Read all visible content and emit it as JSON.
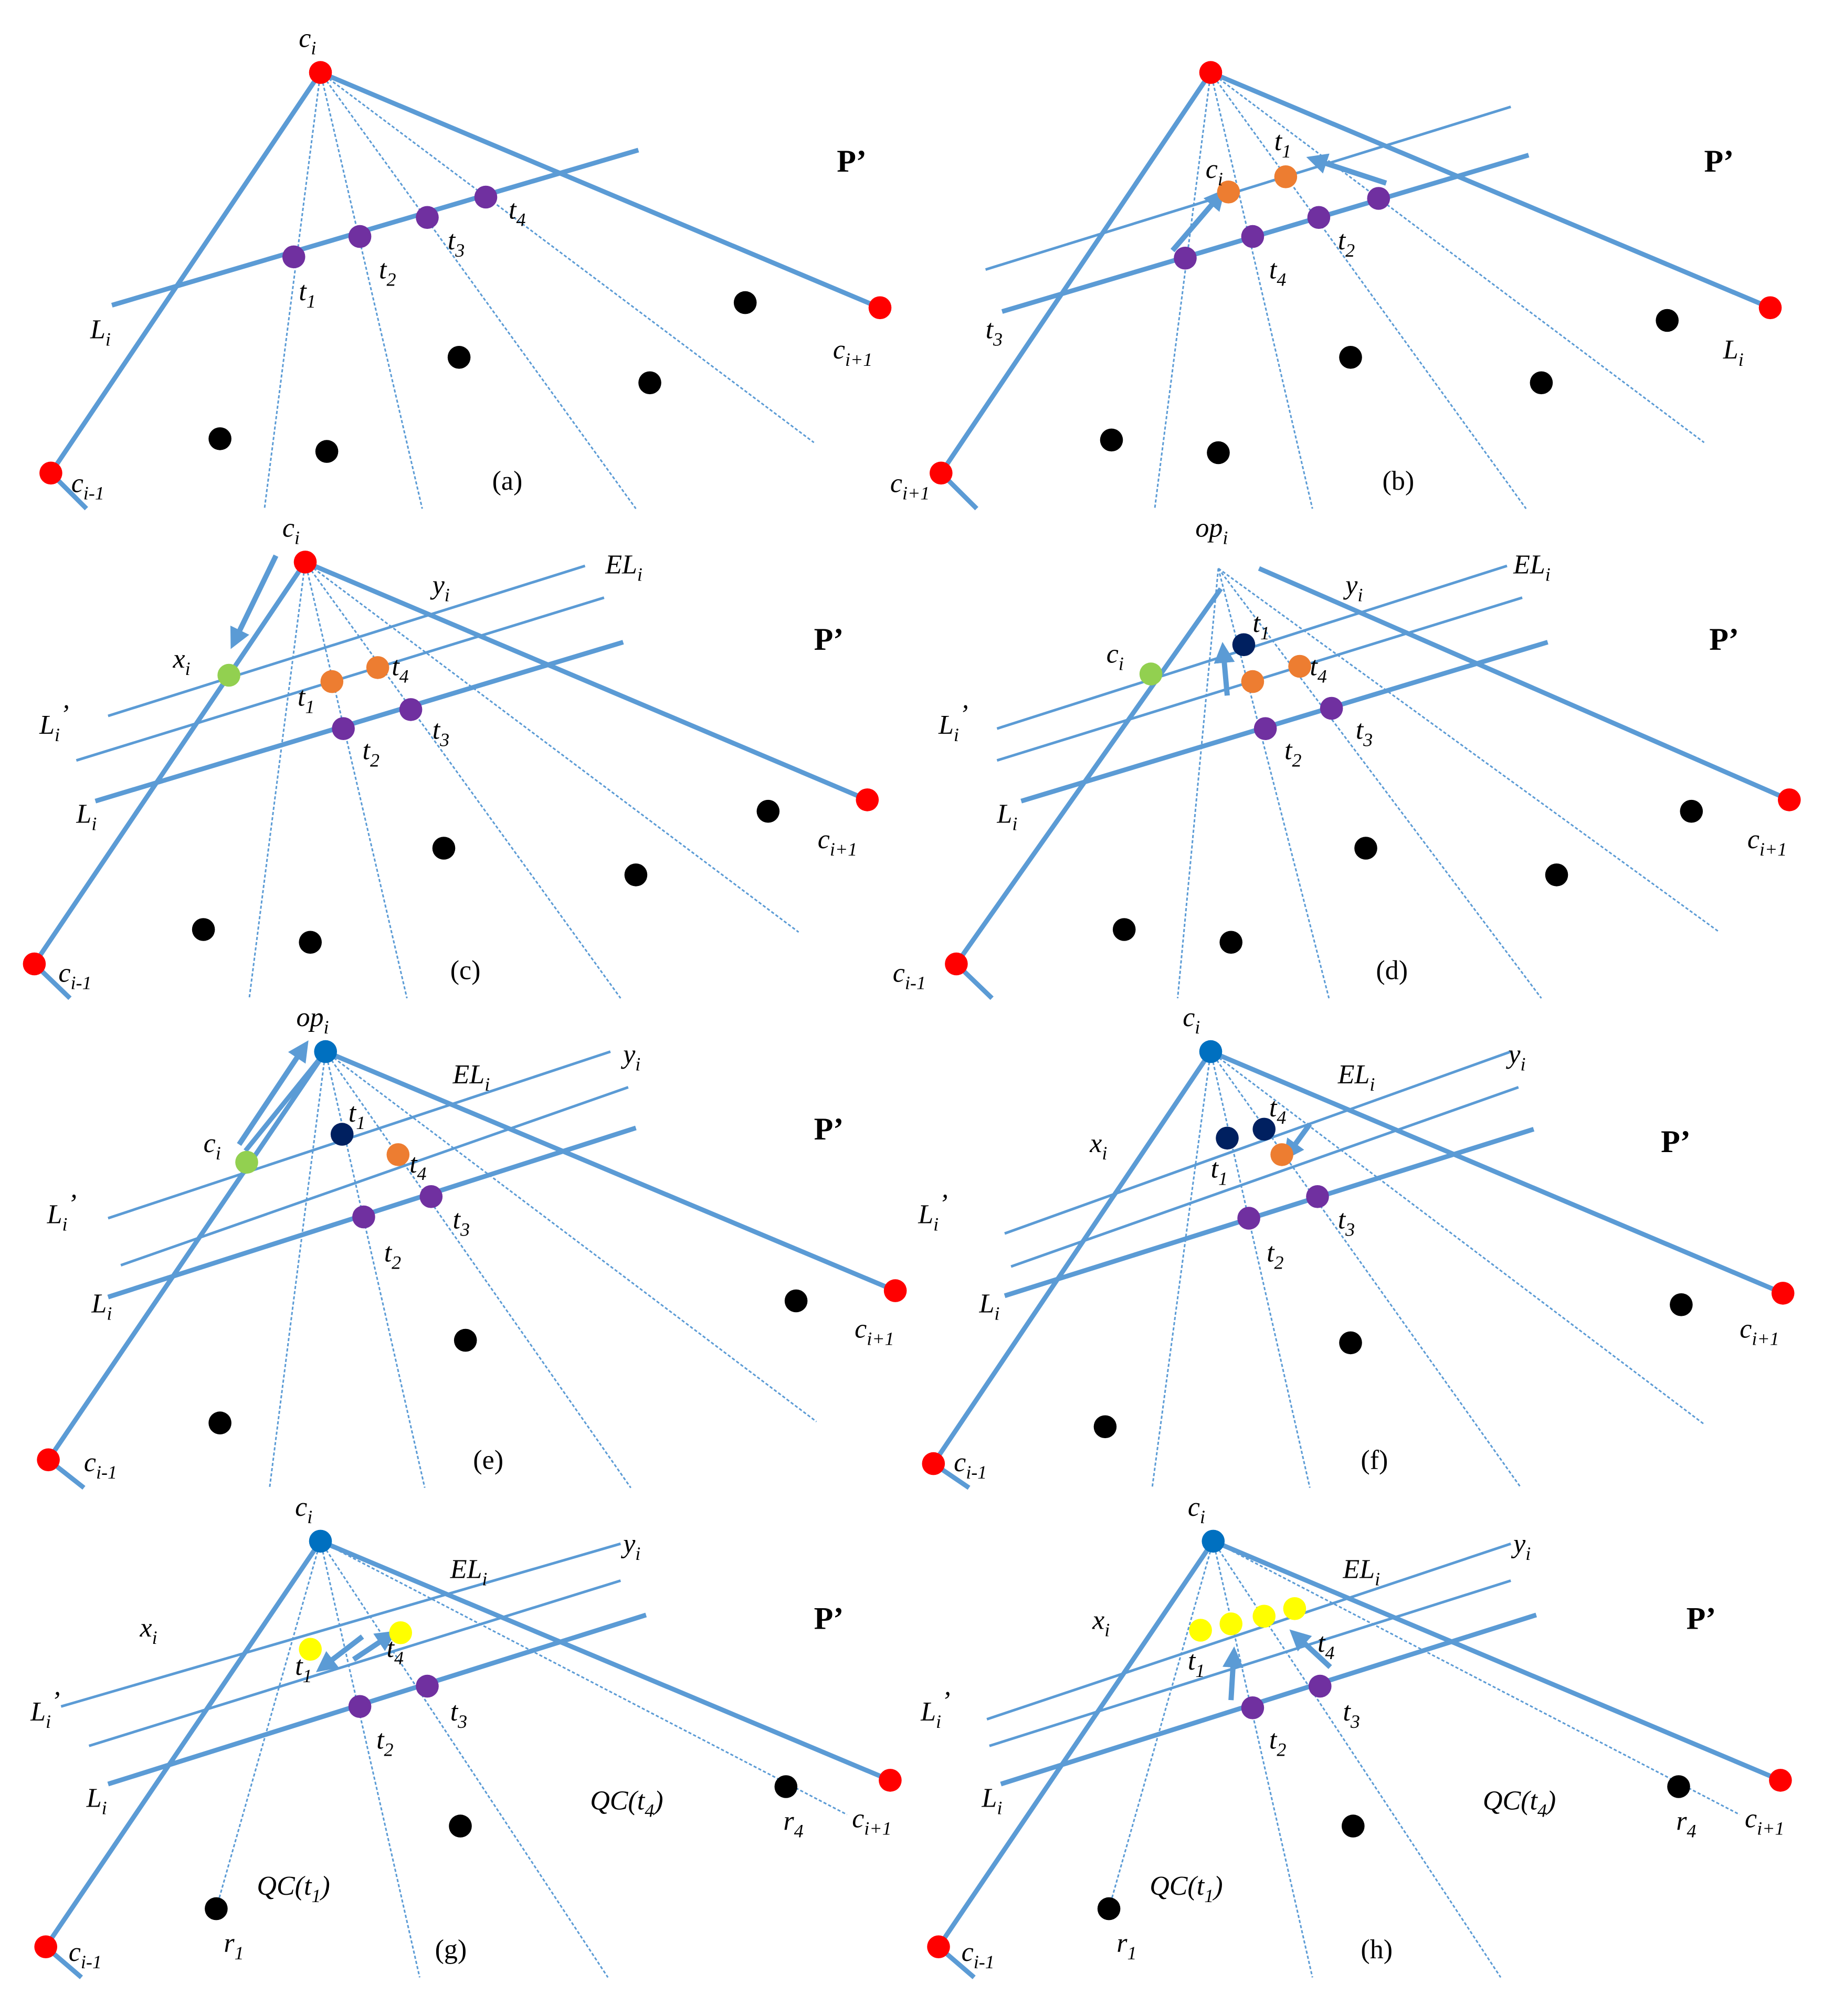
{
  "colors": {
    "line": "#5b9bd5",
    "red": "#ff0000",
    "purple": "#7030a0",
    "orange": "#ed7d31",
    "black": "#000000",
    "green": "#92d050",
    "navy": "#002060",
    "blue": "#0070c0",
    "yellow": "#ffff00"
  },
  "region_label": "P’",
  "panels": [
    {
      "caption": "(a)",
      "labels": [
        {
          "t": "c",
          "s": "i"
        },
        {
          "t": "t",
          "s": "1"
        },
        {
          "t": "t",
          "s": "2"
        },
        {
          "t": "t",
          "s": "3"
        },
        {
          "t": "t",
          "s": "4"
        },
        {
          "t": "L",
          "s": "i"
        },
        {
          "t": "c",
          "s": "i+1"
        },
        {
          "t": "c",
          "s": "i-1"
        }
      ]
    },
    {
      "caption": "(b)",
      "labels": [
        {
          "t": "c",
          "s": "i"
        },
        {
          "t": "t",
          "s": "1"
        },
        {
          "t": "t",
          "s": "4"
        },
        {
          "t": "t",
          "s": "2"
        },
        {
          "t": "t",
          "s": "3"
        },
        {
          "t": "L",
          "s": "i"
        },
        {
          "t": "c",
          "s": "i+1"
        },
        {
          "t": "c",
          "s": "i-1"
        }
      ]
    },
    {
      "caption": "(c)",
      "labels": [
        {
          "t": "c",
          "s": "i"
        },
        {
          "t": "y",
          "s": "i"
        },
        {
          "t": "EL",
          "s": "i"
        },
        {
          "t": "x",
          "s": "i"
        },
        {
          "t": "t",
          "s": "4"
        },
        {
          "t": "t",
          "s": "1"
        },
        {
          "t": "t",
          "s": "3"
        },
        {
          "t": "t",
          "s": "2"
        },
        {
          "t": "L",
          "s": "i",
          "p": "’"
        },
        {
          "t": "L",
          "s": "i"
        },
        {
          "t": "c",
          "s": "i+1"
        },
        {
          "t": "c",
          "s": "i-1"
        }
      ]
    },
    {
      "caption": "(d)",
      "labels": [
        {
          "t": "op",
          "s": "i"
        },
        {
          "t": "y",
          "s": "i"
        },
        {
          "t": "EL",
          "s": "i"
        },
        {
          "t": "t",
          "s": "1"
        },
        {
          "t": "c",
          "s": "i"
        },
        {
          "t": "t",
          "s": "4"
        },
        {
          "t": "t",
          "s": "3"
        },
        {
          "t": "t",
          "s": "2"
        },
        {
          "t": "L",
          "s": "i",
          "p": "’"
        },
        {
          "t": "L",
          "s": "i"
        },
        {
          "t": "c",
          "s": "i+1"
        },
        {
          "t": "c",
          "s": "i-1"
        }
      ]
    },
    {
      "caption": "(e)",
      "labels": [
        {
          "t": "op",
          "s": "i"
        },
        {
          "t": "EL",
          "s": "i"
        },
        {
          "t": "y",
          "s": "i"
        },
        {
          "t": "t",
          "s": "1"
        },
        {
          "t": "c",
          "s": "i"
        },
        {
          "t": "t",
          "s": "4"
        },
        {
          "t": "t",
          "s": "3"
        },
        {
          "t": "t",
          "s": "2"
        },
        {
          "t": "L",
          "s": "i",
          "p": "’"
        },
        {
          "t": "L",
          "s": "i"
        },
        {
          "t": "c",
          "s": "i+1"
        },
        {
          "t": "c",
          "s": "i-1"
        }
      ]
    },
    {
      "caption": "(f)",
      "labels": [
        {
          "t": "c",
          "s": "i"
        },
        {
          "t": "EL",
          "s": "i"
        },
        {
          "t": "y",
          "s": "i"
        },
        {
          "t": "t",
          "s": "4"
        },
        {
          "t": "x",
          "s": "i"
        },
        {
          "t": "t",
          "s": "1"
        },
        {
          "t": "t",
          "s": "3"
        },
        {
          "t": "t",
          "s": "2"
        },
        {
          "t": "L",
          "s": "i",
          "p": "’"
        },
        {
          "t": "L",
          "s": "i"
        },
        {
          "t": "c",
          "s": "i+1"
        },
        {
          "t": "c",
          "s": "i-1"
        }
      ]
    },
    {
      "caption": "(g)",
      "labels": [
        {
          "t": "c",
          "s": "i"
        },
        {
          "t": "EL",
          "s": "i"
        },
        {
          "t": "y",
          "s": "i"
        },
        {
          "t": "t",
          "s": "4"
        },
        {
          "t": "x",
          "s": "i"
        },
        {
          "t": "t",
          "s": "1"
        },
        {
          "t": "t",
          "s": "3"
        },
        {
          "t": "t",
          "s": "2"
        },
        {
          "t": "L",
          "s": "i",
          "p": "’"
        },
        {
          "t": "L",
          "s": "i"
        },
        {
          "t": "QC(t",
          "s": "4",
          "e": ")"
        },
        {
          "t": "r",
          "s": "4"
        },
        {
          "t": "c",
          "s": "i+1"
        },
        {
          "t": "QC(t",
          "s": "1",
          "e": ")"
        },
        {
          "t": "r",
          "s": "1"
        },
        {
          "t": "c",
          "s": "i-1"
        }
      ]
    },
    {
      "caption": "(h)",
      "labels": [
        {
          "t": "c",
          "s": "i"
        },
        {
          "t": "EL",
          "s": "i"
        },
        {
          "t": "y",
          "s": "i"
        },
        {
          "t": "t",
          "s": "4"
        },
        {
          "t": "x",
          "s": "i"
        },
        {
          "t": "t",
          "s": "1"
        },
        {
          "t": "t",
          "s": "3"
        },
        {
          "t": "t",
          "s": "2"
        },
        {
          "t": "L",
          "s": "i",
          "p": "’"
        },
        {
          "t": "L",
          "s": "i"
        },
        {
          "t": "QC(t",
          "s": "4",
          "e": ")"
        },
        {
          "t": "r",
          "s": "4"
        },
        {
          "t": "c",
          "s": "i+1"
        },
        {
          "t": "QC(t",
          "s": "1",
          "e": ")"
        },
        {
          "t": "r",
          "s": "1"
        },
        {
          "t": "c",
          "s": "i-1"
        }
      ]
    }
  ]
}
